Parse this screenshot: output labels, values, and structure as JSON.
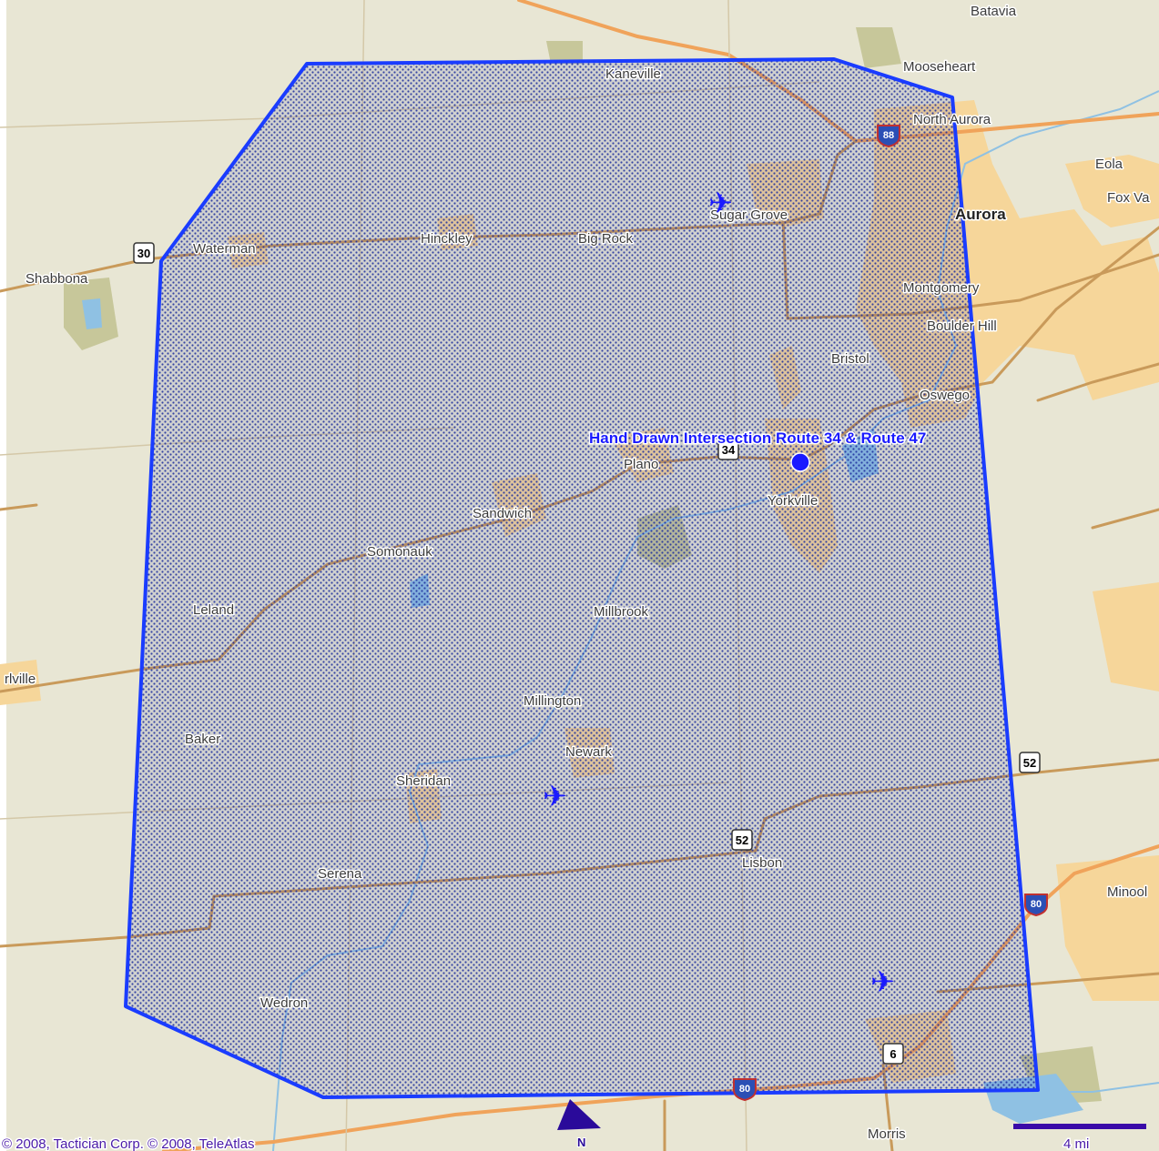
{
  "map": {
    "places": [
      {
        "name": "Batavia"
      },
      {
        "name": "Kaneville"
      },
      {
        "name": "Mooseheart"
      },
      {
        "name": "North Aurora"
      },
      {
        "name": "Eola"
      },
      {
        "name": "Fox Va"
      },
      {
        "name": "Aurora",
        "bold": true
      },
      {
        "name": "Sugar Grove"
      },
      {
        "name": "Waterman"
      },
      {
        "name": "Hinckley"
      },
      {
        "name": "Big Rock"
      },
      {
        "name": "Shabbona"
      },
      {
        "name": "Montgomery"
      },
      {
        "name": "Boulder Hill"
      },
      {
        "name": "Bristol"
      },
      {
        "name": "Oswego"
      },
      {
        "name": "Plano"
      },
      {
        "name": "Yorkville"
      },
      {
        "name": "Sandwich"
      },
      {
        "name": "Somonauk"
      },
      {
        "name": "Leland"
      },
      {
        "name": "Millbrook"
      },
      {
        "name": "rlville"
      },
      {
        "name": "Millington"
      },
      {
        "name": "Baker"
      },
      {
        "name": "Newark"
      },
      {
        "name": "Sheridan"
      },
      {
        "name": "Lisbon"
      },
      {
        "name": "Serena"
      },
      {
        "name": "Minool"
      },
      {
        "name": "Wedron"
      },
      {
        "name": "Morris"
      }
    ],
    "route_shields": [
      {
        "label": "30",
        "kind": "us"
      },
      {
        "label": "88",
        "kind": "interstate"
      },
      {
        "label": "34",
        "kind": "us"
      },
      {
        "label": "52",
        "kind": "us"
      },
      {
        "label": "52",
        "kind": "us"
      },
      {
        "label": "80",
        "kind": "interstate"
      },
      {
        "label": "6",
        "kind": "us"
      },
      {
        "label": "80",
        "kind": "interstate"
      }
    ],
    "marker": {
      "label": "Hand Drawn Intersection Route 34 & Route 47",
      "color": "#1a1aff"
    },
    "airports": [
      {
        "icon": "airport-icon"
      },
      {
        "icon": "airport-icon"
      },
      {
        "icon": "airport-icon"
      }
    ],
    "polygon_color": "#1a3cff",
    "north_label": "N",
    "copyright": "© 2008, Tactician Corp. © 2008, TeleAtlas",
    "scale_label": "4 mi"
  }
}
